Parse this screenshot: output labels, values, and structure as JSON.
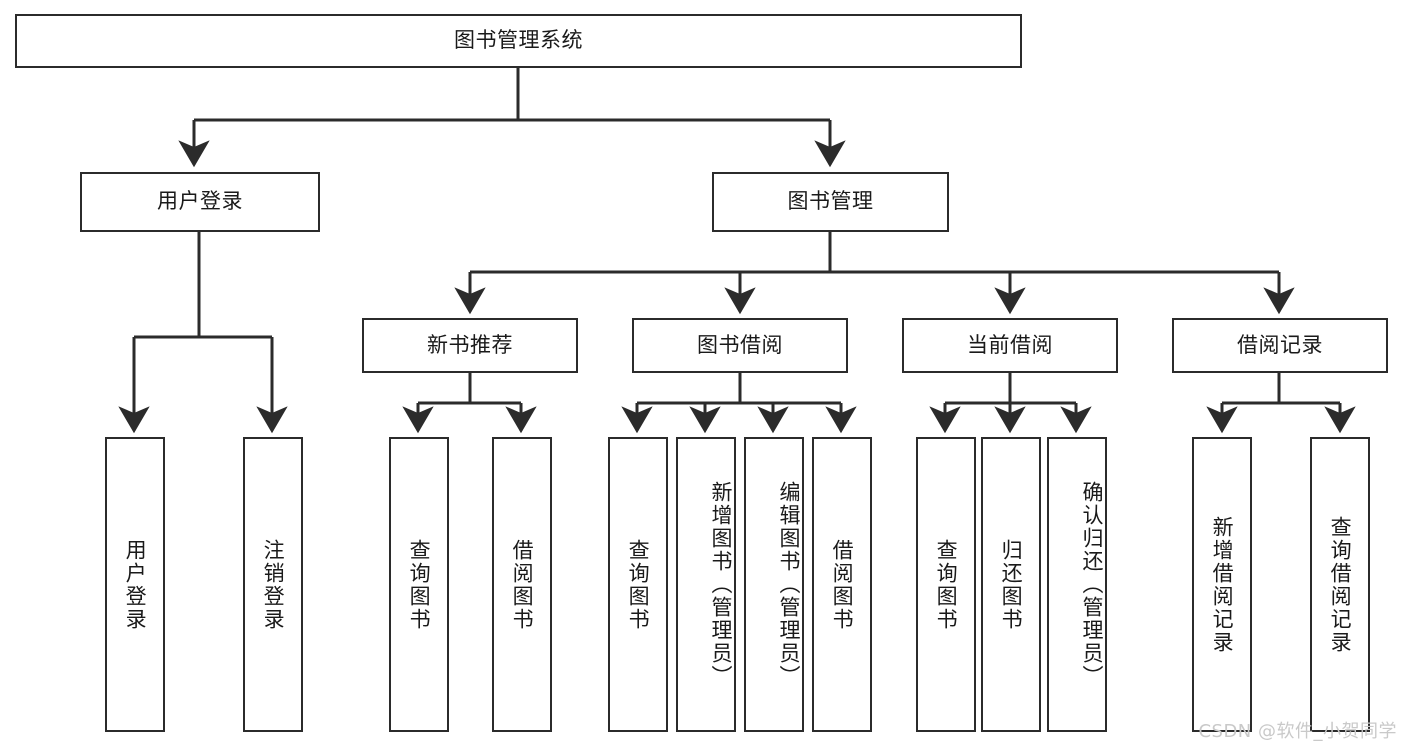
{
  "diagram": {
    "type": "tree-hierarchy",
    "title": "图书管理系统",
    "orientation": "top-down",
    "root": {
      "id": "root",
      "label": "图书管理系统",
      "text_direction": "horizontal"
    },
    "level2": [
      {
        "id": "user-login",
        "label": "用户登录",
        "text_direction": "horizontal"
      },
      {
        "id": "book-management",
        "label": "图书管理",
        "text_direction": "horizontal"
      }
    ],
    "level3": [
      {
        "id": "new-book-recommend",
        "label": "新书推荐",
        "text_direction": "horizontal",
        "parent": "book-management"
      },
      {
        "id": "book-borrow",
        "label": "图书借阅",
        "text_direction": "horizontal",
        "parent": "book-management"
      },
      {
        "id": "current-borrow",
        "label": "当前借阅",
        "text_direction": "horizontal",
        "parent": "book-management"
      },
      {
        "id": "borrow-record",
        "label": "借阅记录",
        "text_direction": "horizontal",
        "parent": "book-management"
      }
    ],
    "leaves": {
      "user_login": [
        {
          "id": "leaf-user-login",
          "label": "用户登录",
          "text_direction": "vertical"
        },
        {
          "id": "leaf-user-logout",
          "label": "注销登录",
          "text_direction": "vertical"
        }
      ],
      "new_book_recommend": [
        {
          "id": "leaf-query-book-1",
          "label": "查询图书",
          "text_direction": "vertical"
        },
        {
          "id": "leaf-borrow-book-1",
          "label": "借阅图书",
          "text_direction": "vertical"
        }
      ],
      "book_borrow": [
        {
          "id": "leaf-query-book-2",
          "label": "查询图书",
          "text_direction": "vertical"
        },
        {
          "id": "leaf-add-book",
          "label": "新增图书（管理员）",
          "text_direction": "vertical"
        },
        {
          "id": "leaf-edit-book",
          "label": "编辑图书（管理员）",
          "text_direction": "vertical"
        },
        {
          "id": "leaf-borrow-book-2",
          "label": "借阅图书",
          "text_direction": "vertical"
        }
      ],
      "current_borrow": [
        {
          "id": "leaf-query-book-3",
          "label": "查询图书",
          "text_direction": "vertical"
        },
        {
          "id": "leaf-return-book",
          "label": "归还图书",
          "text_direction": "vertical"
        },
        {
          "id": "leaf-confirm-return",
          "label": "确认归还（管理员）",
          "text_direction": "vertical"
        }
      ],
      "borrow_record": [
        {
          "id": "leaf-add-borrow-record",
          "label": "新增借阅记录",
          "text_direction": "vertical"
        },
        {
          "id": "leaf-query-borrow-record",
          "label": "查询借阅记录",
          "text_direction": "vertical"
        }
      ]
    },
    "colors": {
      "border": "#2b2b2b",
      "fill": "#ffffff",
      "text": "#1a1a1a",
      "edge": "#2b2b2b",
      "watermark": "#c9c9c9"
    }
  },
  "watermark": {
    "text": "CSDN @软件_小贺同学"
  }
}
